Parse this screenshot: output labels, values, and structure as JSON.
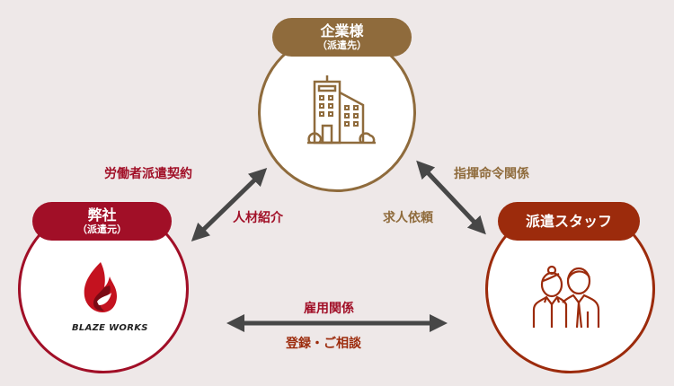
{
  "nodes": {
    "client": {
      "title": "企業様",
      "subtitle": "（派遣先）",
      "color": "#8f6b3c"
    },
    "company": {
      "title": "弊社",
      "subtitle": "（派遣元）",
      "color": "#a10f27",
      "logo_text": "BLAZE WORKS"
    },
    "staff": {
      "title": "派遣スタッフ",
      "color": "#9c2b0c"
    }
  },
  "relations": {
    "dispatch_contract": "労働者派遣契約",
    "placement": "人材紹介",
    "command": "指揮命令関係",
    "job_request": "求人依頼",
    "employment": "雇用関係",
    "registration": "登録・ご相談"
  },
  "colors": {
    "background": "#eee8e8",
    "arrow": "#474747"
  }
}
